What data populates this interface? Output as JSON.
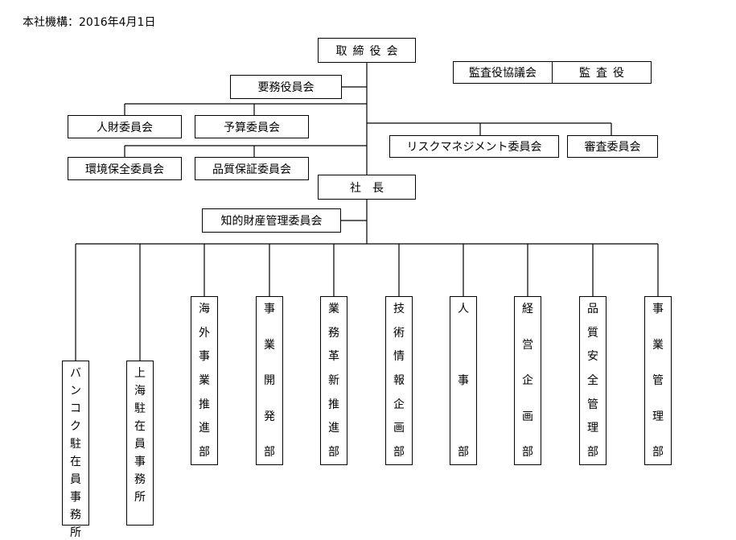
{
  "header": {
    "text": "本社機構：2016年4月1日"
  },
  "top": {
    "board": "取締役会",
    "executive_committee": "要務役員会",
    "president": "社　長",
    "audit_council": "監査役協議会",
    "auditor": "監査役"
  },
  "committees": {
    "hr": "人財委員会",
    "budget": "予算委員会",
    "environment": "環境保全委員会",
    "quality_assurance": "品質保証委員会",
    "risk_management": "リスクマネジメント委員会",
    "review": "審査委員会",
    "ip": "知的財産管理委員会"
  },
  "departments": [
    {
      "key": "bangkok",
      "label": "バンコク駐在員事務所"
    },
    {
      "key": "shanghai",
      "label": "上海駐在員事務所"
    },
    {
      "key": "overseas",
      "label": "海外事業推進部"
    },
    {
      "key": "bizdev",
      "label": "事業開発部"
    },
    {
      "key": "reform",
      "label": "業務革新推進部"
    },
    {
      "key": "tech",
      "label": "技術情報企画部"
    },
    {
      "key": "personnel",
      "label": "人事部"
    },
    {
      "key": "planning",
      "label": "経営企画部"
    },
    {
      "key": "quality",
      "label": "品質安全管理部"
    },
    {
      "key": "bizmgmt",
      "label": "事業管理部"
    }
  ]
}
